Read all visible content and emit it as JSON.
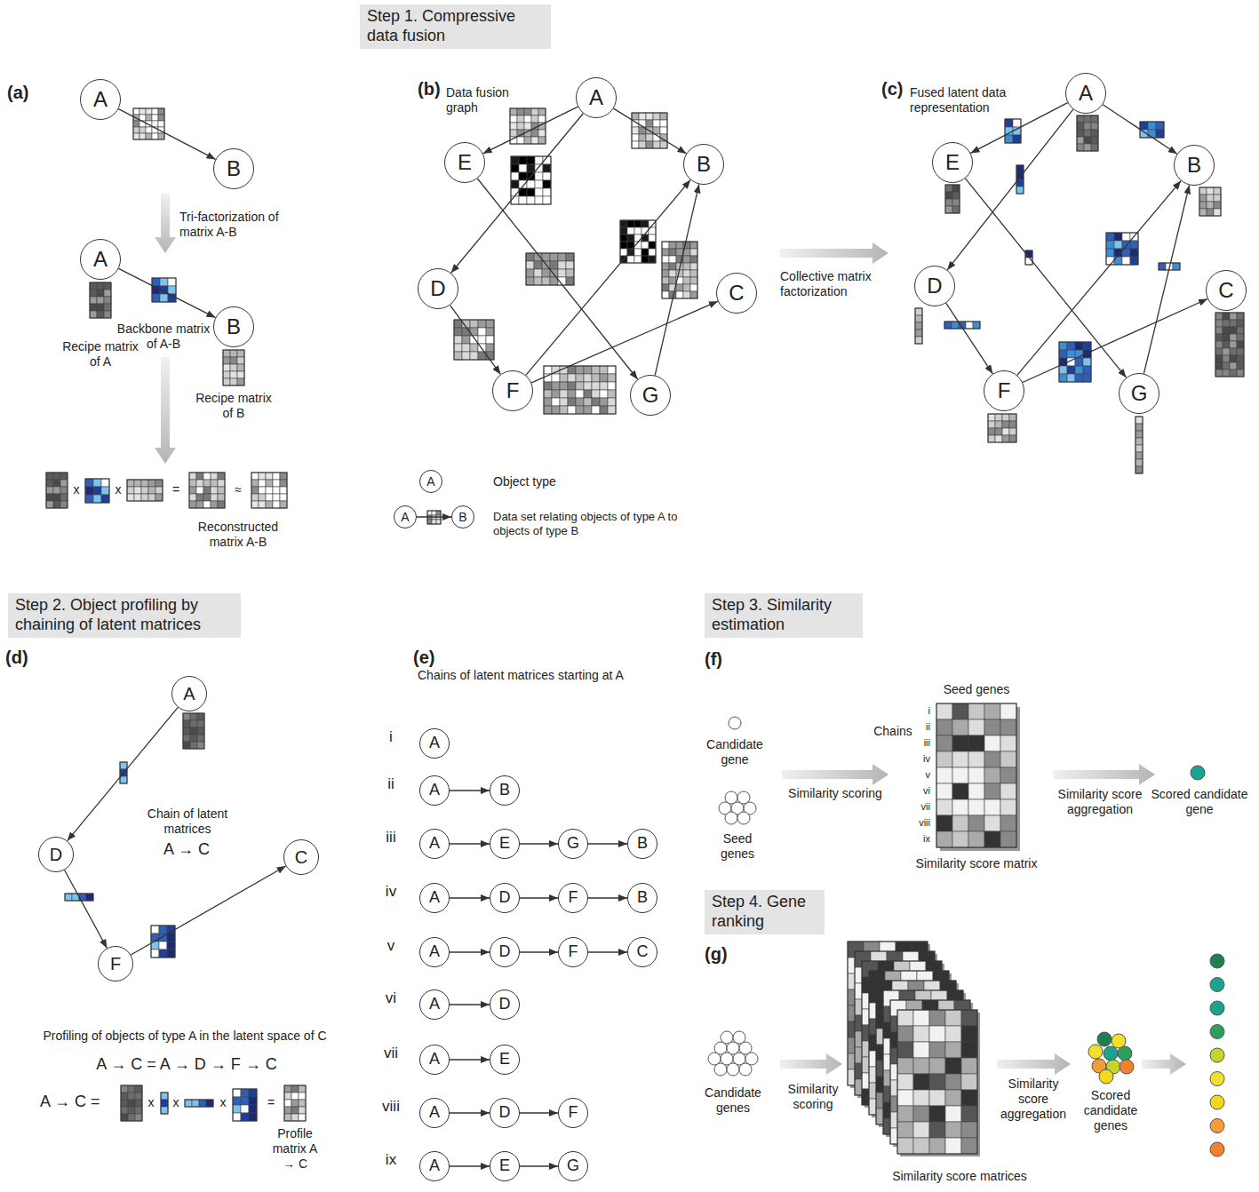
{
  "diagram": {
    "nodes": [
      {
        "text": [
          "Step 1. Compressive data fusion"
        ]
      },
      {
        "text": [
          "A"
        ]
      },
      {
        "text": [
          "B"
        ]
      },
      {
        "text": [
          "A"
        ]
      },
      {
        "text": [
          "B"
        ]
      },
      {
        "text": [
          "A"
        ]
      },
      {
        "text": [
          "E"
        ]
      },
      {
        "text": [
          "B"
        ]
      },
      {
        "text": [
          "D"
        ]
      },
      {
        "text": [
          "C"
        ]
      },
      {
        "text": [
          "F"
        ]
      },
      {
        "text": [
          "G"
        ]
      },
      {
        "text": [
          "A"
        ]
      },
      {
        "text": [
          "A"
        ]
      },
      {
        "text": [
          "B"
        ]
      },
      {
        "text": [
          "A"
        ]
      },
      {
        "text": [
          "E"
        ]
      },
      {
        "text": [
          "B"
        ]
      },
      {
        "text": [
          "D"
        ]
      },
      {
        "text": [
          "C"
        ]
      },
      {
        "text": [
          "F"
        ]
      },
      {
        "text": [
          "G"
        ]
      },
      {
        "text": [
          "Step 2. Object profiling by chaining of latent matrices"
        ]
      },
      {
        "text": [
          "Step 3. Similarity estimation"
        ]
      },
      {
        "text": [
          "A"
        ]
      },
      {
        "text": [
          "D"
        ]
      },
      {
        "text": [
          "C"
        ]
      },
      {
        "text": [
          "F"
        ]
      },
      {
        "text": [
          "Step 4. Gene ranking"
        ]
      },
      {
        "text": [
          "A"
        ]
      },
      {
        "text": [
          "A"
        ]
      },
      {
        "text": [
          "B"
        ]
      },
      {
        "text": [
          "A"
        ]
      },
      {
        "text": [
          "E"
        ]
      },
      {
        "text": [
          "G"
        ]
      },
      {
        "text": [
          "B"
        ]
      },
      {
        "text": [
          "A"
        ]
      },
      {
        "text": [
          "D"
        ]
      },
      {
        "text": [
          "F"
        ]
      },
      {
        "text": [
          "B"
        ]
      },
      {
        "text": [
          "A"
        ]
      },
      {
        "text": [
          "D"
        ]
      },
      {
        "text": [
          "F"
        ]
      },
      {
        "text": [
          "C"
        ]
      },
      {
        "text": [
          "A"
        ]
      },
      {
        "text": [
          "D"
        ]
      },
      {
        "text": [
          "A"
        ]
      },
      {
        "text": [
          "E"
        ]
      },
      {
        "text": [
          "A"
        ]
      },
      {
        "text": [
          "D"
        ]
      },
      {
        "text": [
          "F"
        ]
      },
      {
        "text": [
          "A"
        ]
      },
      {
        "text": [
          "E"
        ]
      },
      {
        "text": [
          "G"
        ]
      }
    ],
    "edges": [
      {
        "from": 1,
        "to": 2,
        "arrow": "to"
      },
      {
        "from": 3,
        "to": 4,
        "arrow": "to"
      },
      {
        "from": 5,
        "to": 6,
        "arrow": "to"
      },
      {
        "from": 5,
        "to": 7,
        "arrow": "to"
      },
      {
        "from": 5,
        "to": 8,
        "arrow": "to"
      },
      {
        "from": 6,
        "to": 11,
        "arrow": "to"
      },
      {
        "from": 8,
        "to": 10,
        "arrow": "to"
      },
      {
        "from": 10,
        "to": 7,
        "arrow": "to"
      },
      {
        "from": 10,
        "to": 9,
        "arrow": "to"
      },
      {
        "from": 11,
        "to": 7,
        "arrow": "to"
      },
      {
        "from": 13,
        "to": 14,
        "arrow": "to"
      },
      {
        "from": 15,
        "to": 16,
        "arrow": "to"
      },
      {
        "from": 15,
        "to": 17,
        "arrow": "to"
      },
      {
        "from": 15,
        "to": 18,
        "arrow": "to"
      },
      {
        "from": 16,
        "to": 21,
        "arrow": "to"
      },
      {
        "from": 18,
        "to": 20,
        "arrow": "to"
      },
      {
        "from": 20,
        "to": 17,
        "arrow": "to"
      },
      {
        "from": 20,
        "to": 19,
        "arrow": "to"
      },
      {
        "from": 21,
        "to": 17,
        "arrow": "to"
      },
      {
        "from": 24,
        "to": 25,
        "arrow": "to"
      },
      {
        "from": 25,
        "to": 27,
        "arrow": "to"
      },
      {
        "from": 27,
        "to": 26,
        "arrow": "to"
      },
      {
        "from": 30,
        "to": 31,
        "arrow": "to"
      },
      {
        "from": 32,
        "to": 33,
        "arrow": "to"
      },
      {
        "from": 33,
        "to": 34,
        "arrow": "to"
      },
      {
        "from": 34,
        "to": 35,
        "arrow": "to"
      },
      {
        "from": 36,
        "to": 37,
        "arrow": "to"
      },
      {
        "from": 37,
        "to": 38,
        "arrow": "to"
      },
      {
        "from": 38,
        "to": 39,
        "arrow": "to"
      },
      {
        "from": 40,
        "to": 41,
        "arrow": "to"
      },
      {
        "from": 41,
        "to": 42,
        "arrow": "to"
      },
      {
        "from": 42,
        "to": 43,
        "arrow": "to"
      },
      {
        "from": 44,
        "to": 45,
        "arrow": "to"
      },
      {
        "from": 46,
        "to": 47,
        "arrow": "to"
      },
      {
        "from": 48,
        "to": 49,
        "arrow": "to"
      },
      {
        "from": 49,
        "to": 50,
        "arrow": "to"
      },
      {
        "from": 51,
        "to": 52,
        "arrow": "to"
      },
      {
        "from": 52,
        "to": 53,
        "arrow": "to"
      }
    ],
    "labels": [
      "(a)",
      "(b)",
      "(c)",
      "(d)",
      "(e)",
      "(f)",
      "(g)",
      "Tri-factorization of matrix A-B",
      "Recipe matrix of A",
      "Backbone matrix of A-B",
      "Recipe matrix of B",
      "x",
      "x",
      "=",
      "≈",
      "Reconstructed matrix A-B",
      "Data fusion graph",
      "Object type",
      "Data set relating objects of type A to objects of type B",
      "Collective matrix factorization",
      "Fused latent data representation",
      "Chain of latent matrices",
      "A → C",
      "Profiling of objects of type A in the latent space of C",
      "A → C = A → D → F → C",
      "A → C =",
      "x",
      "x",
      "x",
      "=",
      "Profile matrix A → C",
      "Chains of latent matrices starting at A",
      "i",
      "ii",
      "iii",
      "iv",
      "v",
      "vi",
      "vii",
      "viii",
      "ix",
      "Candidate gene",
      "Seed genes",
      "Similarity scoring",
      "Seed genes",
      "Chains",
      "i",
      "ii",
      "iii",
      "iv",
      "v",
      "vi",
      "vii",
      "viii",
      "ix",
      "Similarity score matrix",
      "Similarity score aggregation",
      "Scored candidate gene",
      "Candidate genes",
      "Similarity scoring",
      "Similarity score aggregation",
      "Scored candidate genes",
      "Similarity score matrices"
    ]
  }
}
